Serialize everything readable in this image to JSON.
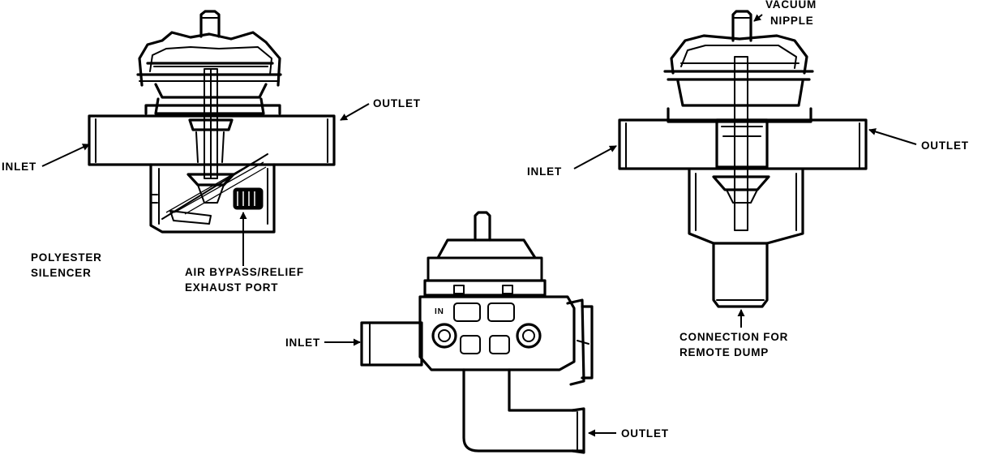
{
  "labels": {
    "left_outlet": "OUTLET",
    "left_inlet": "INLET",
    "silencer_line1": "POLYESTER",
    "silencer_line2": "SILENCER",
    "bypass_line1": "AIR BYPASS/RELIEF",
    "bypass_line2": "EXHAUST PORT",
    "center_inlet": "INLET",
    "center_outlet": "OUTLET",
    "center_in_mark": "IN",
    "right_vacuum_line1": "VACUUM",
    "right_vacuum_line2": "NIPPLE",
    "right_outlet": "OUTLET",
    "right_inlet": "INLET",
    "remote_line1": "CONNECTION FOR",
    "remote_line2": "REMOTE DUMP"
  },
  "colors": {
    "ink": "#000000",
    "paper": "#ffffff"
  }
}
